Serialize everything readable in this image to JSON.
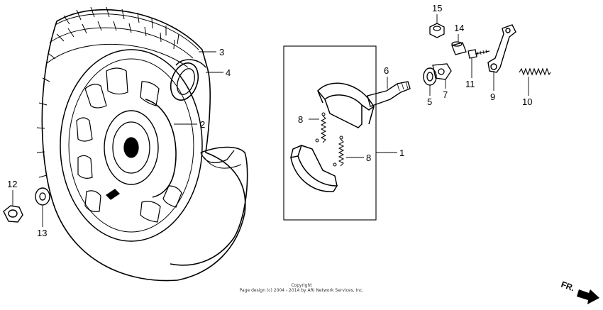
{
  "callouts": [
    "1",
    "2",
    "3",
    "4",
    "5",
    "6",
    "7",
    "8",
    "8",
    "9",
    "10",
    "11",
    "12",
    "13",
    "14",
    "15"
  ],
  "copyright": {
    "line1": "Copyright",
    "line2": "Page design (c) 2004 - 2014 by ARI Network Services, Inc."
  },
  "direction_label": "FR.",
  "colors": {
    "line": "#000000",
    "background": "#ffffff"
  }
}
